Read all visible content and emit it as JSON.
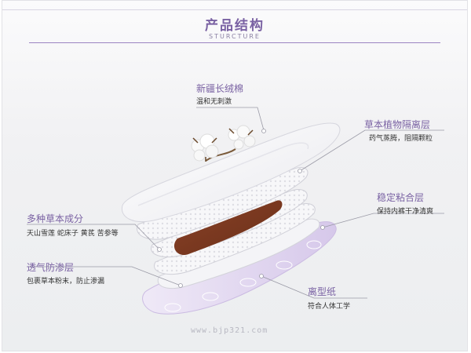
{
  "header": {
    "title": "产品结构",
    "subtitle": "STURCTURE"
  },
  "layers": [
    {
      "label": "新疆长绒棉",
      "desc": "温和无刺激"
    },
    {
      "label": "草本植物隔离层",
      "desc": "药气蒸腾，阻隔颗粒"
    },
    {
      "label": "稳定粘合层",
      "desc": "保持内裤干净清爽"
    },
    {
      "label": "多种草本成分",
      "desc": "天山雪莲 蛇床子 黄芪 苦参等"
    },
    {
      "label": "透气防渗层",
      "desc": "包裹草本粉末，防止渗漏"
    },
    {
      "label": "离型纸",
      "desc": "符合人体工学"
    }
  ],
  "watermark": "www.bjp321.com",
  "colors": {
    "accent": "#7a62a3",
    "pad_white": "#ffffff",
    "herb_core": "#7a3a22",
    "release_paper": "#d9cdea"
  }
}
